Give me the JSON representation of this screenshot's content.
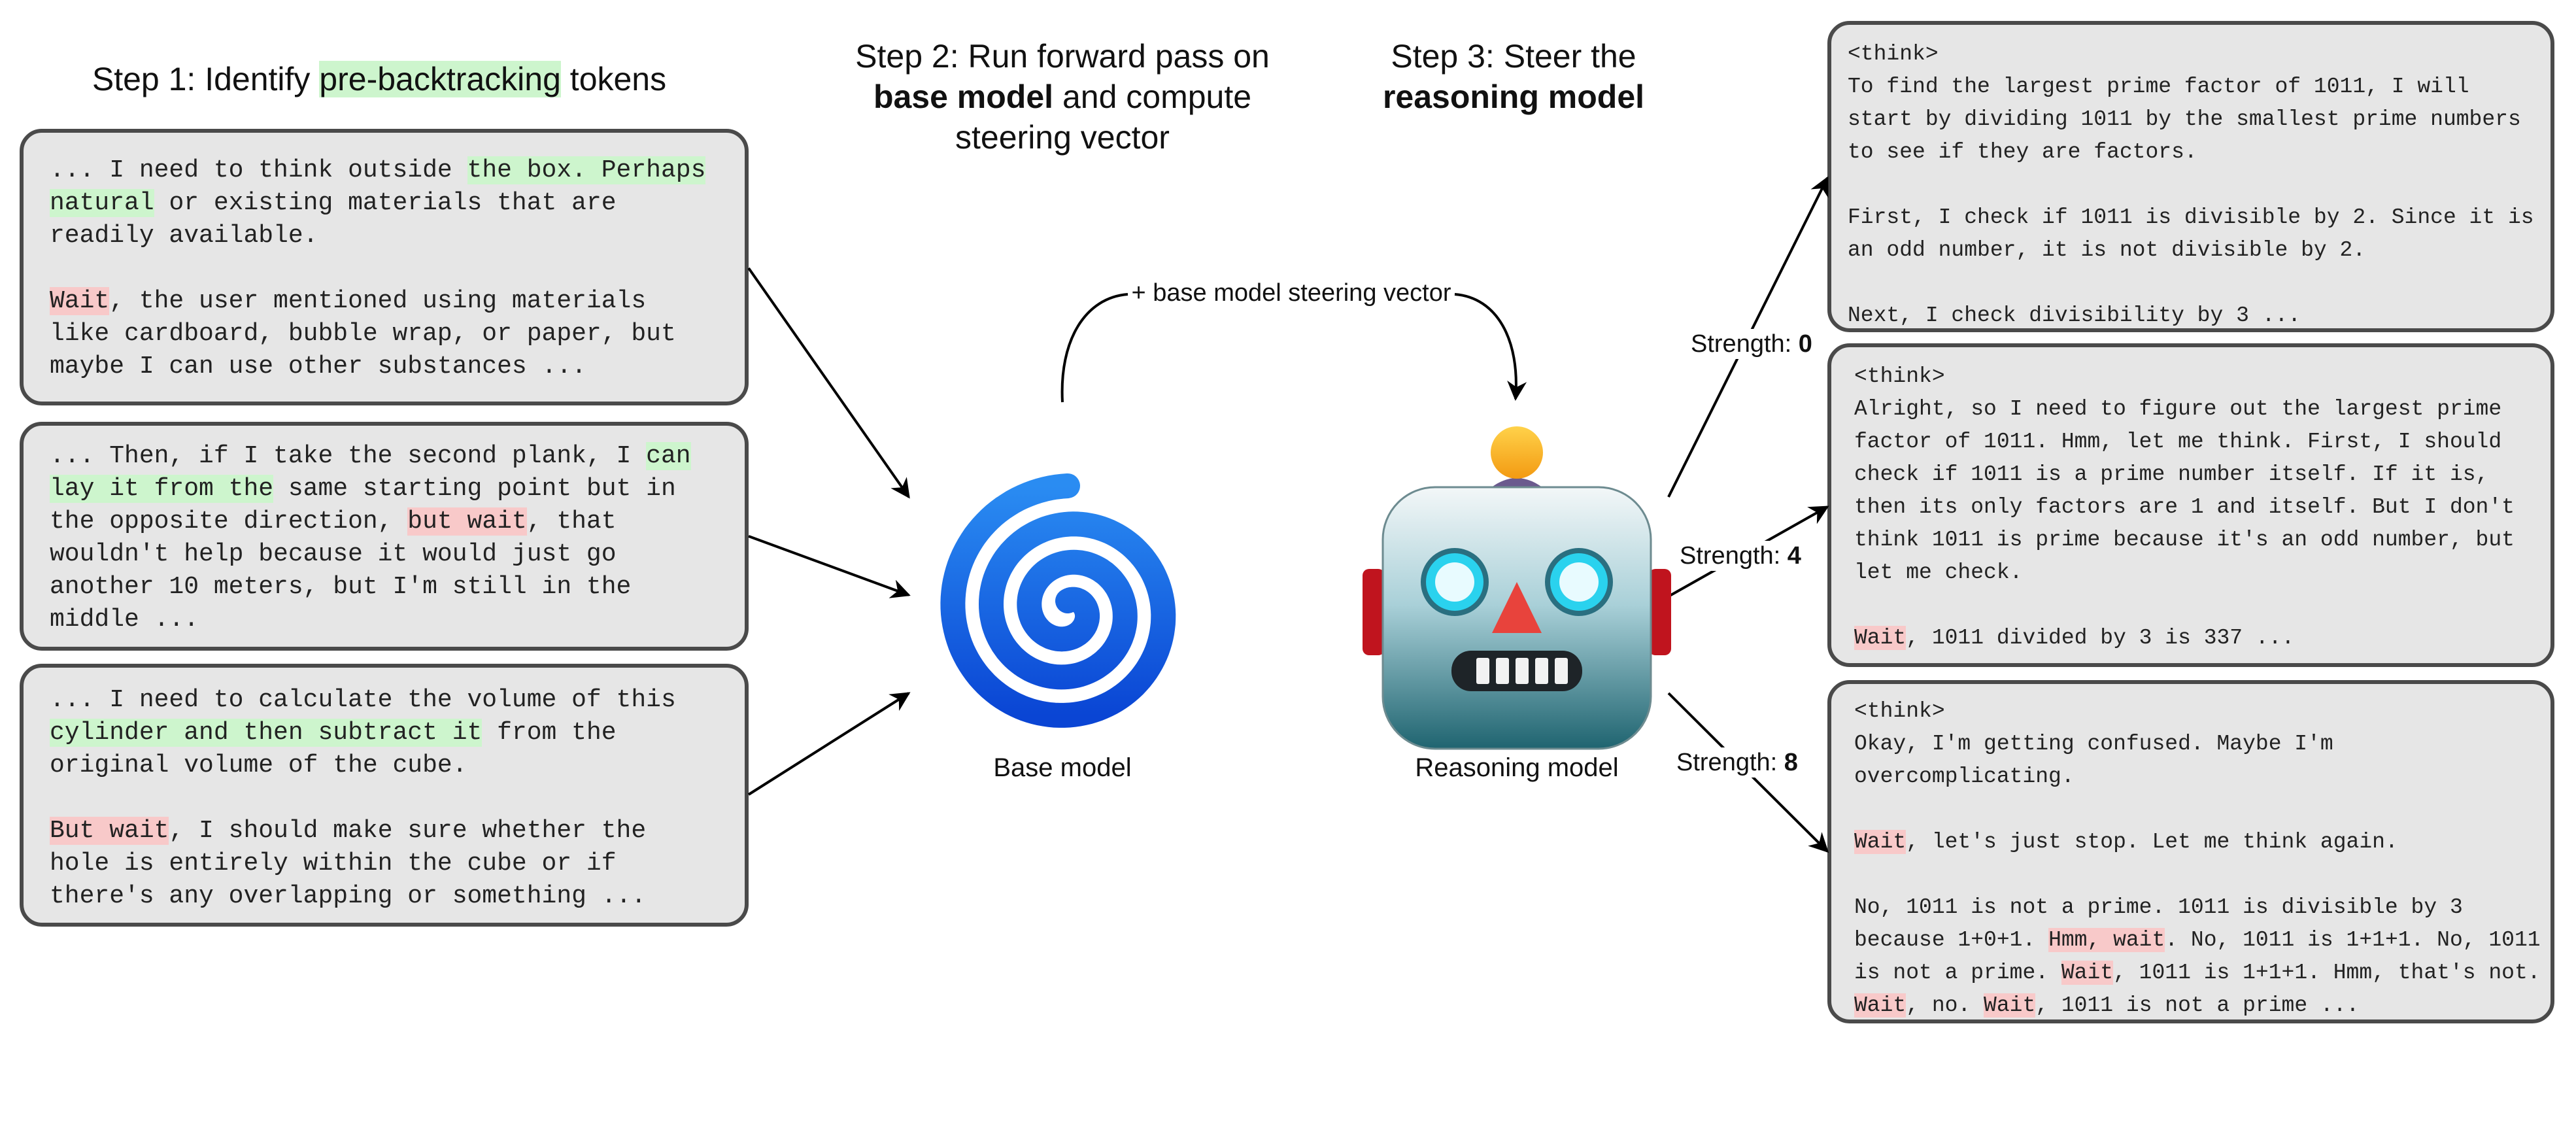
{
  "step1": {
    "prefix": "Step 1: Identify ",
    "highlight": "pre-backtracking",
    "suffix": " tokens"
  },
  "step2": {
    "line1": "Step 2: Run forward pass on",
    "bold": "base model",
    "line2_rest": " and compute",
    "line3": "steering vector"
  },
  "step3": {
    "line1": "Step 3: Steer the",
    "bold": "reasoning model"
  },
  "left_panels": [
    {
      "lines": [
        [
          {
            "t": "... I need to think outside "
          },
          {
            "t": "the box. Perhaps",
            "h": "green"
          }
        ],
        [
          {
            "t": "natural",
            "h": "green"
          },
          {
            "t": " or existing materials that are"
          }
        ],
        [
          {
            "t": "readily available."
          }
        ],
        [
          {
            "t": " "
          }
        ],
        [
          {
            "t": "Wait",
            "h": "red"
          },
          {
            "t": ", the user mentioned using materials"
          }
        ],
        [
          {
            "t": "like cardboard, bubble wrap, or paper, but"
          }
        ],
        [
          {
            "t": "maybe I can use other substances ..."
          }
        ]
      ]
    },
    {
      "lines": [
        [
          {
            "t": "... Then, if I take the second plank, I "
          },
          {
            "t": "can",
            "h": "green"
          }
        ],
        [
          {
            "t": "lay it from the",
            "h": "green"
          },
          {
            "t": " same starting point but in"
          }
        ],
        [
          {
            "t": "the opposite direction, "
          },
          {
            "t": "but wait",
            "h": "red"
          },
          {
            "t": ", that"
          }
        ],
        [
          {
            "t": "wouldn't help because it would just go"
          }
        ],
        [
          {
            "t": "another 10 meters, but I'm still in the"
          }
        ],
        [
          {
            "t": "middle ..."
          }
        ]
      ]
    },
    {
      "lines": [
        [
          {
            "t": "... I need to calculate the volume of this"
          }
        ],
        [
          {
            "t": "cylinder and then subtract it",
            "h": "green"
          },
          {
            "t": " from the"
          }
        ],
        [
          {
            "t": "original volume of the cube."
          }
        ],
        [
          {
            "t": " "
          }
        ],
        [
          {
            "t": "But wait",
            "h": "red"
          },
          {
            "t": ", I should make sure whether the"
          }
        ],
        [
          {
            "t": "hole is entirely within the cube or if"
          }
        ],
        [
          {
            "t": "there's any overlapping or something ..."
          }
        ]
      ]
    }
  ],
  "right_panels": [
    {
      "lines": [
        [
          {
            "t": "<think>"
          }
        ],
        [
          {
            "t": "To find the largest prime factor of 1011, I will"
          }
        ],
        [
          {
            "t": "start by dividing 1011 by the smallest prime numbers"
          }
        ],
        [
          {
            "t": "to see if they are factors."
          }
        ],
        [
          {
            "t": " "
          }
        ],
        [
          {
            "t": "First, I check if 1011 is divisible by 2. Since it is"
          }
        ],
        [
          {
            "t": "an odd number, it is not divisible by 2."
          }
        ],
        [
          {
            "t": " "
          }
        ],
        [
          {
            "t": "Next, I check divisibility by 3 ..."
          }
        ]
      ]
    },
    {
      "lines": [
        [
          {
            "t": "<think>"
          }
        ],
        [
          {
            "t": "Alright, so I need to figure out the largest prime"
          }
        ],
        [
          {
            "t": "factor of 1011. Hmm, let me think. First, I should"
          }
        ],
        [
          {
            "t": "check if 1011 is a prime number itself. If it is,"
          }
        ],
        [
          {
            "t": "then its only factors are 1 and itself. But I don't"
          }
        ],
        [
          {
            "t": "think 1011 is prime because it's an odd number, but"
          }
        ],
        [
          {
            "t": "let me check."
          }
        ],
        [
          {
            "t": " "
          }
        ],
        [
          {
            "t": "Wait",
            "h": "red"
          },
          {
            "t": ", 1011 divided by 3 is 337 ..."
          }
        ]
      ]
    },
    {
      "lines": [
        [
          {
            "t": "<think>"
          }
        ],
        [
          {
            "t": "Okay, I'm getting confused. Maybe I'm"
          }
        ],
        [
          {
            "t": "overcomplicating."
          }
        ],
        [
          {
            "t": " "
          }
        ],
        [
          {
            "t": "Wait",
            "h": "red"
          },
          {
            "t": ", let's just stop. Let me think again."
          }
        ],
        [
          {
            "t": " "
          }
        ],
        [
          {
            "t": "No, 1011 is not a prime. 1011 is divisible by 3"
          }
        ],
        [
          {
            "t": "because 1+0+1. "
          },
          {
            "t": "Hmm, wait",
            "h": "red"
          },
          {
            "t": ". No, 1011 is 1+1+1. No, 1011"
          }
        ],
        [
          {
            "t": "is not a prime. "
          },
          {
            "t": "Wait",
            "h": "red"
          },
          {
            "t": ", 1011 is 1+1+1. Hmm, that's not."
          }
        ],
        [
          {
            "t": "Wait",
            "h": "red"
          },
          {
            "t": ", no. "
          },
          {
            "t": "Wait",
            "h": "red"
          },
          {
            "t": ", 1011 is not a prime ..."
          }
        ]
      ]
    }
  ],
  "base_model_label": "Base model",
  "reasoning_model_label": "Reasoning model",
  "steering_label": "+ base model steering vector",
  "strengths": [
    {
      "prefix": "Strength: ",
      "value": "0"
    },
    {
      "prefix": "Strength: ",
      "value": "4"
    },
    {
      "prefix": "Strength: ",
      "value": "8"
    }
  ],
  "colors": {
    "green_highlight": "#cdf5cd",
    "red_highlight": "#f8c9c9",
    "panel_fill": "#e6e6e6",
    "panel_border": "#4a4a4a",
    "spiral_blue": "#1f6fe0"
  },
  "icons": {
    "base_model": "spiral-icon",
    "reasoning_model": "robot-icon"
  }
}
